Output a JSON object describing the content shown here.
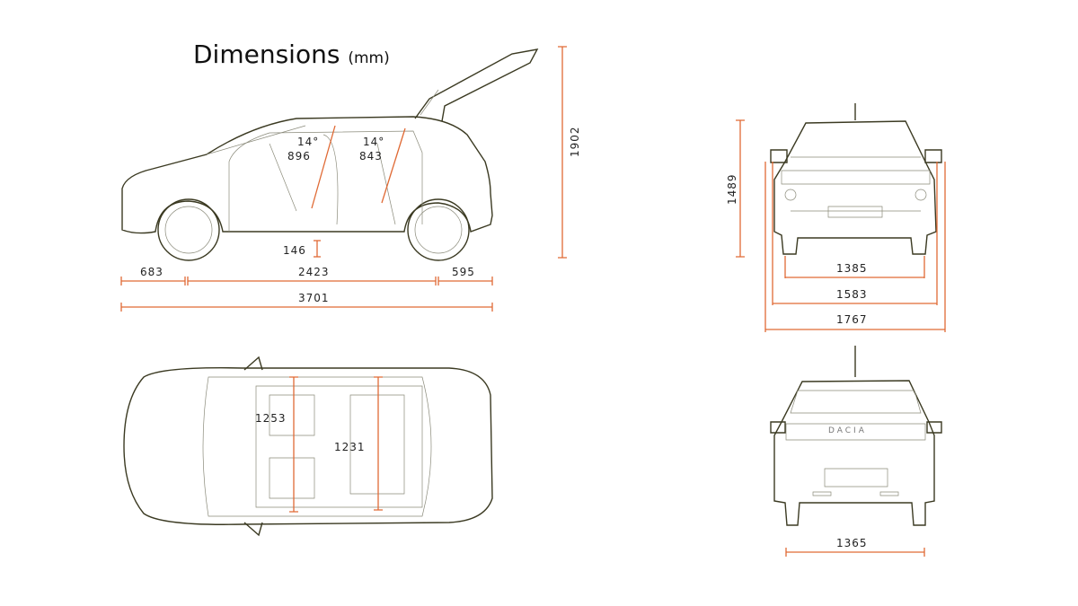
{
  "title": {
    "text": "Dimensions",
    "unit": "(mm)"
  },
  "colors": {
    "dimension": "#e06a35",
    "outline": "#3b3a22"
  },
  "side_view": {
    "front_overhang": "683",
    "wheelbase": "2423",
    "rear_overhang": "595",
    "length": "3701",
    "ground_clearance": "146",
    "height_tailgate_open": "1902",
    "front_seat_angle": "14°",
    "front_headroom": "896",
    "rear_seat_angle": "14°",
    "rear_headroom": "843"
  },
  "front_view": {
    "height": "1489",
    "front_track": "1385",
    "width_body": "1583",
    "width_mirrors": "1767"
  },
  "top_view": {
    "front_elbow_width": "1253",
    "rear_elbow_width": "1231"
  },
  "rear_view": {
    "rear_track": "1365",
    "badge": "DACIA"
  }
}
